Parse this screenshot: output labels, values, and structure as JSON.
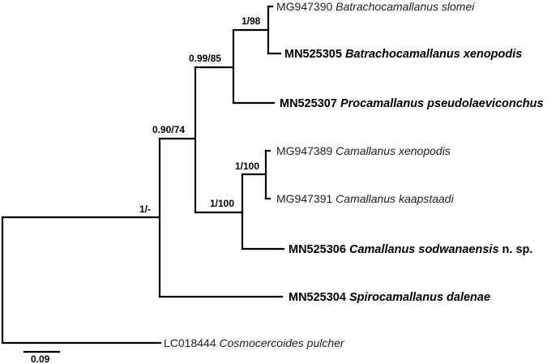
{
  "tree": {
    "taxa": [
      {
        "accession": "MG947390",
        "species": "Batrachocamallanus slomei",
        "suffix": "",
        "bold": false
      },
      {
        "accession": "MN525305",
        "species": "Batrachocamallanus xenopodis",
        "suffix": "",
        "bold": true
      },
      {
        "accession": "MN525307",
        "species": "Procamallanus pseudolaeviconchus",
        "suffix": "",
        "bold": true
      },
      {
        "accession": "MG947389",
        "species": "Camallanus xenopodis",
        "suffix": "",
        "bold": false
      },
      {
        "accession": "MG947391",
        "species": "Camallanus kaapstaadi",
        "suffix": "",
        "bold": false
      },
      {
        "accession": "MN525306",
        "species": "Camallanus sodwanaensis",
        "suffix": "n. sp.",
        "bold": true
      },
      {
        "accession": "MN525304",
        "species": "Spirocamallanus dalenae",
        "suffix": "",
        "bold": true
      },
      {
        "accession": "LC018444",
        "species": "Cosmocercoides pulcher",
        "suffix": "",
        "bold": false
      }
    ],
    "support": {
      "root": "1/-",
      "clade_main": "0.90/74",
      "clade_upper": "0.99/85",
      "clade_batracho": "1/98",
      "clade_camallanus": "1/100",
      "clade_cam_pair": "1/100"
    },
    "scale_bar": "0.09"
  }
}
